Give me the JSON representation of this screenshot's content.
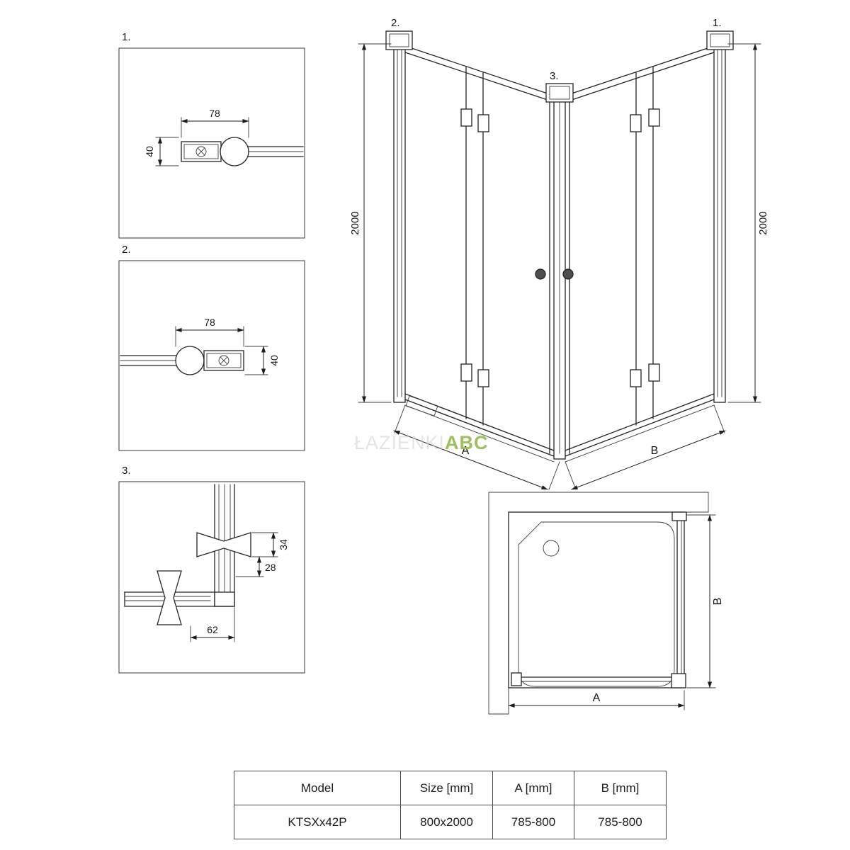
{
  "watermark": {
    "prefix": "ŁAZIENKI",
    "brand": "ABC",
    "brand_color": "#9cbf5f",
    "brand_style": "color:#9cbf5f;font-weight:700"
  },
  "detail_views": {
    "d1": {
      "label": "1.",
      "dim_width": "78",
      "dim_height": "40"
    },
    "d2": {
      "label": "2.",
      "dim_width": "78",
      "dim_height": "40"
    },
    "d3": {
      "label": "3.",
      "dim_knob_height": "34",
      "dim_knob_offset": "28",
      "dim_corner_width": "62"
    }
  },
  "front_view": {
    "callout_top_left": "2.",
    "callout_top_center": "3.",
    "callout_top_right": "1.",
    "dim_left_height": "2000",
    "dim_right_height": "2000",
    "dim_bottom_left": "A",
    "dim_bottom_right": "B"
  },
  "top_view": {
    "dim_width": "A",
    "dim_depth": "B"
  },
  "table": {
    "headers": [
      "Model",
      "Size [mm]",
      "A [mm]",
      "B [mm]"
    ],
    "rows": [
      [
        "KTSXx42P",
        "800x2000",
        "785-800",
        "785-800"
      ]
    ]
  }
}
